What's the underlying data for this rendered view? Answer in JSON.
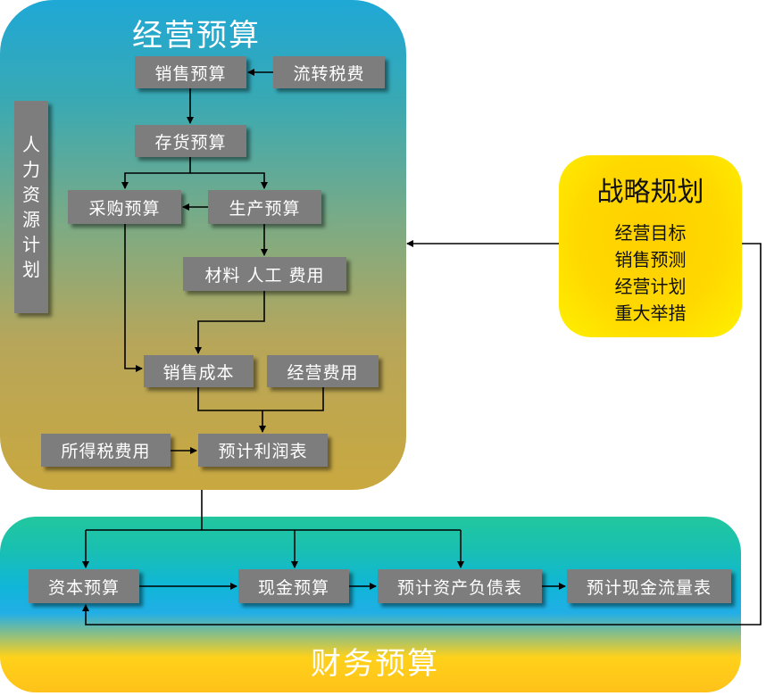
{
  "operating": {
    "title": "经营预算",
    "human_resource_label": "人力资源计划",
    "boxes": {
      "sales_budget": "销售预算",
      "turnover_tax": "流转税费",
      "inventory_budget": "存货预算",
      "purchase_budget": "采购预算",
      "production_budget": "生产预算",
      "material_labor_cost": "材料 人工 费用",
      "cost_of_sales": "销售成本",
      "operating_expenses": "经营费用",
      "income_tax_expense": "所得税费用",
      "projected_income_statement": "预计利润表"
    }
  },
  "strategy": {
    "title": "战略规划",
    "items": [
      "经营目标",
      "销售预测",
      "经营计划",
      "重大举措"
    ]
  },
  "financial": {
    "title": "财务预算",
    "boxes": {
      "capital_budget": "资本预算",
      "cash_budget": "现金预算",
      "projected_balance_sheet": "预计资产负债表",
      "projected_cash_flow": "预计现金流量表"
    }
  },
  "colors": {
    "box_fill": "#7d7d7d",
    "connector": "#000000",
    "strategy_fill": "#ffd800"
  }
}
